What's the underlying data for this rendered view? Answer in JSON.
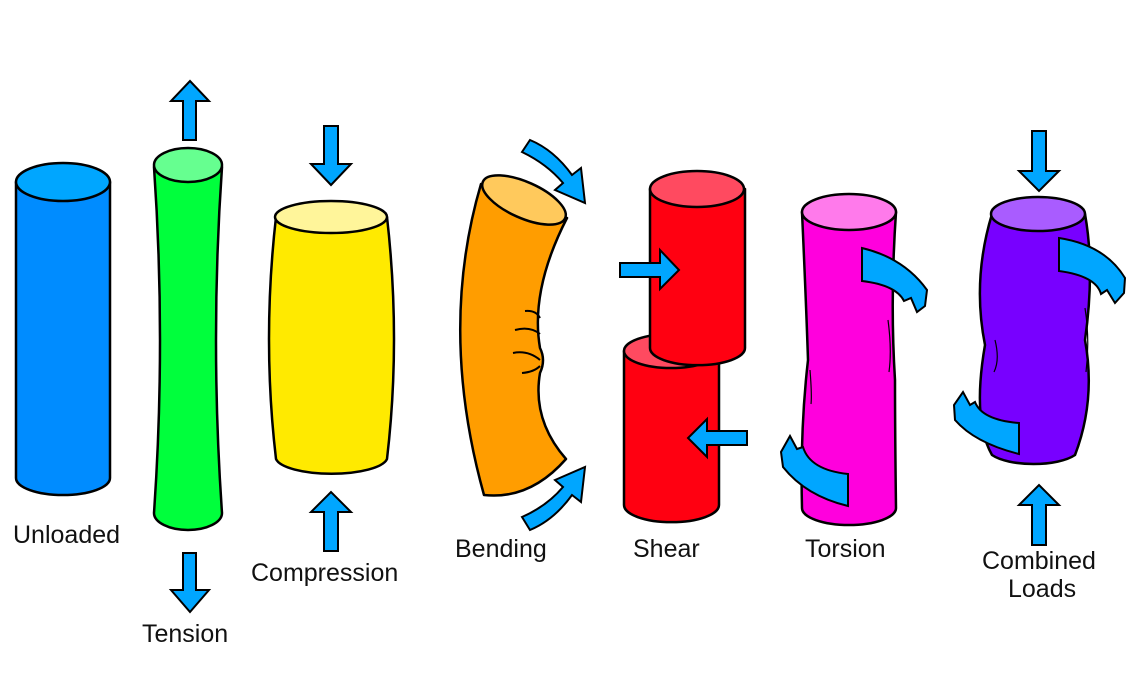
{
  "title": "Types of loads on a cylinder",
  "colors": {
    "arrow": "#00a6ff",
    "unloaded": "#008cff",
    "unloaded_top": "#00a6ff",
    "tension": "#00ff3c",
    "tension_top": "#66ff90",
    "compression": "#ffea00",
    "compression_top": "#fff59a",
    "bending": "#ff9d00",
    "bending_top": "#ffc95c",
    "shear": "#ff0011",
    "shear_top": "#ff4a60",
    "torsion": "#ff00dd",
    "torsion_top": "#ff7aeb",
    "combined": "#7800ff",
    "combined_top": "#a95cff"
  },
  "labels": {
    "unloaded": "Unloaded",
    "tension": "Tension",
    "compression": "Compression",
    "bending": "Bending",
    "shear": "Shear",
    "torsion": "Torsion",
    "combined_line1": "Combined",
    "combined_line2": "Loads"
  }
}
